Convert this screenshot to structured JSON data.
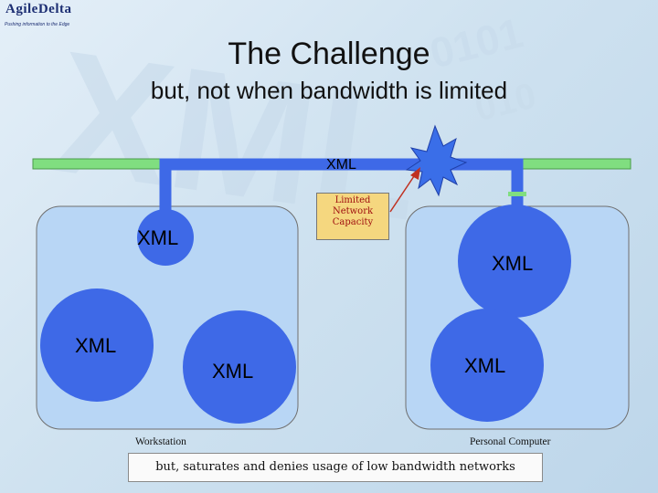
{
  "logo": {
    "name": "AgileDelta",
    "tagline": "Pushing information to the Edge"
  },
  "slide": {
    "title": "The Challenge",
    "subtitle": "but, not when bandwidth is limited"
  },
  "diagram": {
    "bus_label": "XML",
    "callout": [
      "Limited",
      "Network",
      "Capacity"
    ],
    "workstation": {
      "label": "Workstation",
      "circles": [
        "XML",
        "XML",
        "XML"
      ]
    },
    "personal_computer": {
      "label": "Personal Computer",
      "circles": [
        "XML",
        "XML"
      ]
    }
  },
  "footer": "but, saturates and denies usage of low bandwidth networks",
  "colors": {
    "circle_fill": "#3e69e7",
    "node_fill": "#b8d6f5",
    "network_line": "#80de80",
    "burst": "#3a6ee8",
    "callout_bg": "#f5d77f",
    "callout_text": "#a01010"
  }
}
